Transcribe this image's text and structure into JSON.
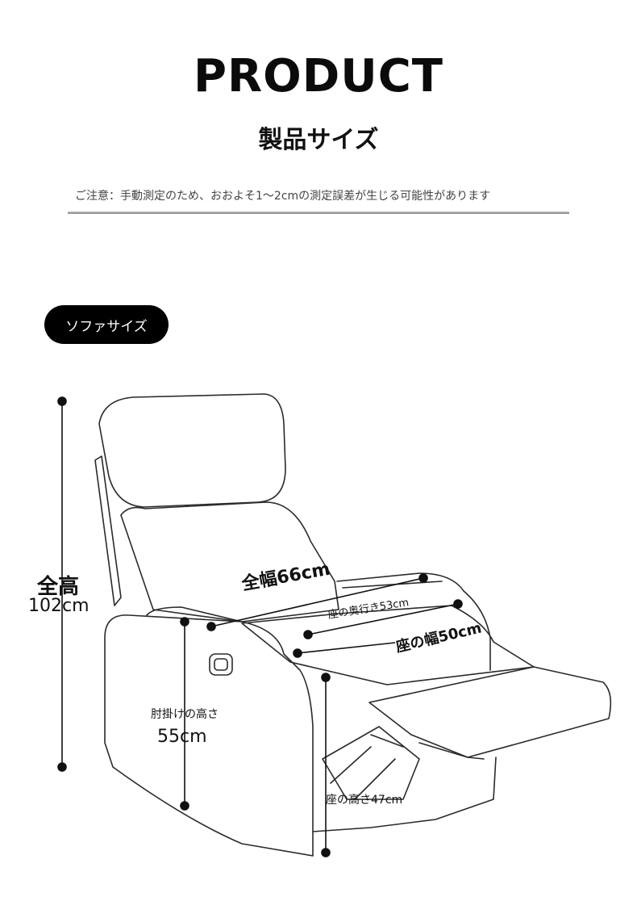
{
  "header": {
    "title": "PRODUCT",
    "subtitle": "製品サイズ"
  },
  "note": "ご注意：手動測定のため、おおよそ1〜2cmの測定誤差が生じる可能性があります",
  "section": {
    "label": "ソファサイズ"
  },
  "dimensions": {
    "total_height_label": "全高",
    "total_height_value": "102cm",
    "total_width": "全幅66cm",
    "seat_depth": "座の奥行き53cm",
    "seat_width": "座の幅50cm",
    "armrest_height_label": "肘掛けの高さ",
    "armrest_height_value": "55cm",
    "seat_height": "座の高さ47cm"
  }
}
